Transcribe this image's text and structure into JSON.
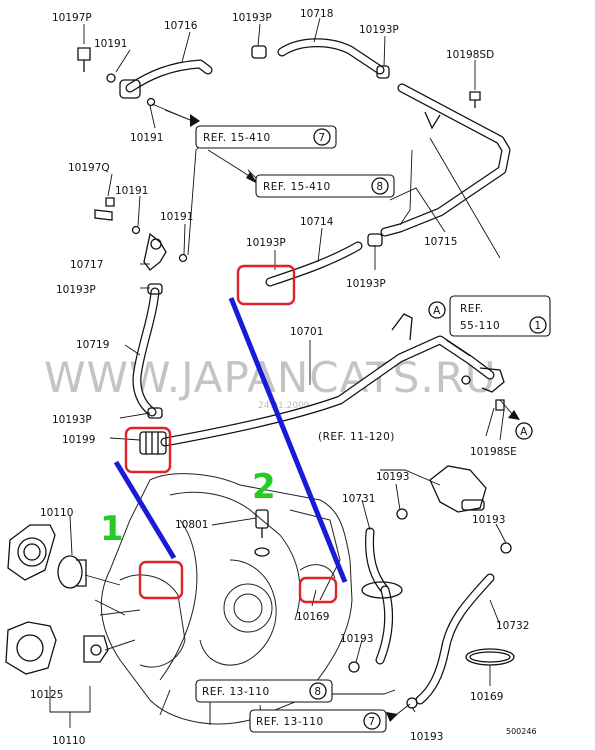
{
  "labels": {
    "p10197P": "10197P",
    "p10716": "10716",
    "p10193P_a": "10193P",
    "p10718": "10718",
    "p10191_a": "10191",
    "p10193P_b": "10193P",
    "p10198SD": "10198SD",
    "p10191_b": "10191",
    "p10197Q": "10197Q",
    "p10191_c": "10191",
    "p10191_d": "10191",
    "p10714": "10714",
    "p10193P_c": "10193P",
    "p10717": "10717",
    "p10715": "10715",
    "p10193P_d": "10193P",
    "p10193P_e": "10193P",
    "p10701": "10701",
    "p10719": "10719",
    "p10193P_f": "10193P",
    "p10199": "10199",
    "p10198SE": "10198SE",
    "p10193_a": "10193",
    "p10731": "10731",
    "p10110_a": "10110",
    "p10801": "10801",
    "p10193_b": "10193",
    "p10169_a": "10169",
    "p10732": "10732",
    "p10193_c": "10193",
    "p10125": "10125",
    "p10169_b": "10169",
    "p10110_b": "10110",
    "p10193_d": "10193",
    "p500246": "500246"
  },
  "refs": {
    "r1": {
      "text": "REF. 15-410",
      "num": "7"
    },
    "r2": {
      "text": "REF. 15-410",
      "num": "8"
    },
    "r3": {
      "line1": "REF.",
      "line2": "55-110",
      "num": "1"
    },
    "r4": {
      "text": "(REF. 11-120)"
    },
    "r5": {
      "text": "REF. 13-110",
      "num": "8"
    },
    "r6": {
      "text": "REF. 13-110",
      "num": "7"
    }
  },
  "markers": {
    "a1": "A",
    "a2": "A"
  },
  "watermark": {
    "text": "WWW.JAPANCATS.RU",
    "date": "24.01.2009"
  },
  "annotations": {
    "n1": "1",
    "n2": "2"
  }
}
